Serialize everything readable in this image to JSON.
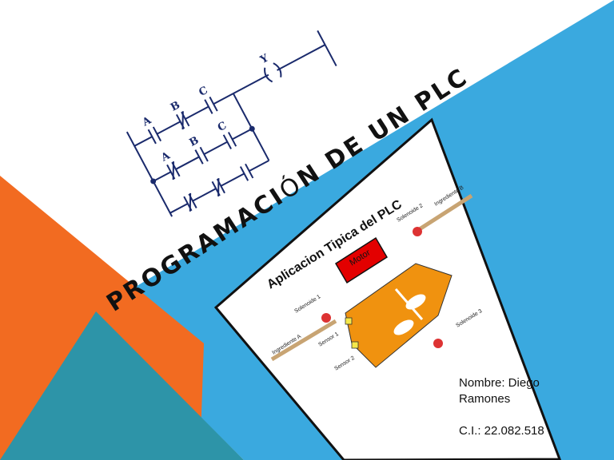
{
  "slide": {
    "title_part1": "PROGRAMACI",
    "title_accent": "Ó",
    "title_part2": "N DE UN PLC",
    "author_label": "Nombre: Diego",
    "author_name": "Ramones",
    "ci": "C.I.: 22.082.518"
  },
  "ladder": {
    "contacts": [
      "A",
      "B",
      "C",
      "A",
      "B",
      "C"
    ],
    "coil": "Y"
  },
  "diagram": {
    "title": "Aplicacion Tipica del PLC",
    "motor": "Motor",
    "solenoid1": "Solenoide 1",
    "solenoid2": "Solenoide 2",
    "solenoid3": "Solenoide 3",
    "ingredientA": "Ingrediente A",
    "ingredientB": "Ingrediente B",
    "sensor1": "Sensor 1",
    "sensor2": "Sensor 2"
  },
  "colors": {
    "blue": "#3aa9df",
    "orange": "#f26b21",
    "teal": "#2d94a8",
    "tank": "#f0920f",
    "motor": "#e30000"
  }
}
